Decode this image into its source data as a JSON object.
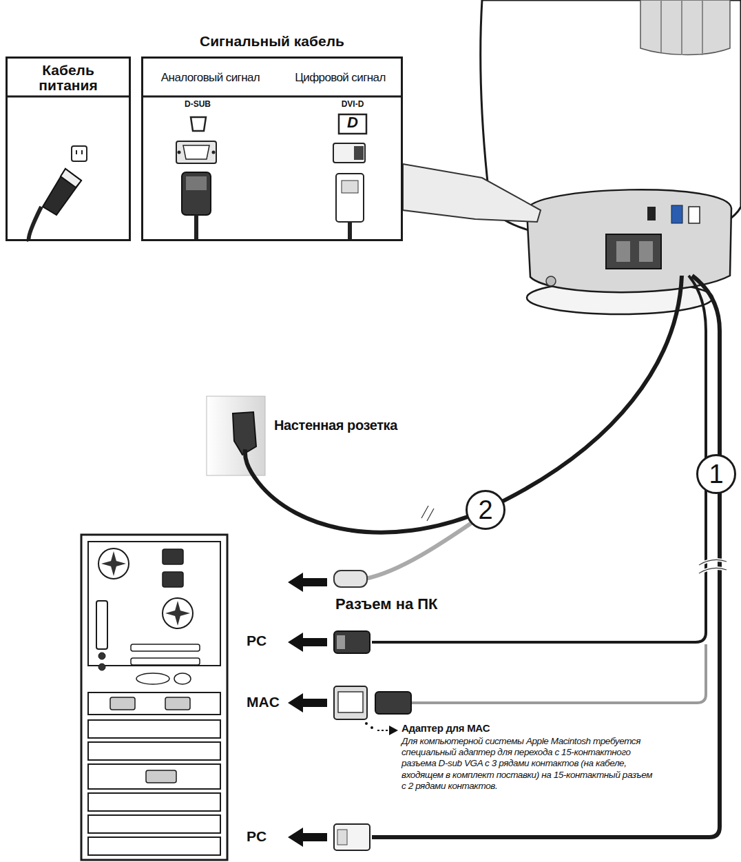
{
  "diagram": {
    "nodes": [
      {
        "text": [
          "Кабель питания"
        ]
      },
      {
        "text": [
          "Сигнальный кабель",
          "Аналоговый сигнал",
          "Цифровой сигнал"
        ]
      },
      {
        "text": [
          "1"
        ]
      },
      {
        "text": [
          "2"
        ]
      }
    ],
    "labels": [
      "D-SUB",
      "DVI-D",
      "D",
      "Настенная розетка",
      "Разъем на ПК",
      "PC",
      "MAC",
      "Адаптер для MAC",
      "Для компьютерной системы Apple Macintosh требуется специальный адаптер для перехода с 15-контактного разъема D-sub VGA с 3 рядами контактов (на кабеле, входящем в комплект поставки) на 15-контактный разъем с 2 рядами контактов.",
      "PC"
    ]
  }
}
